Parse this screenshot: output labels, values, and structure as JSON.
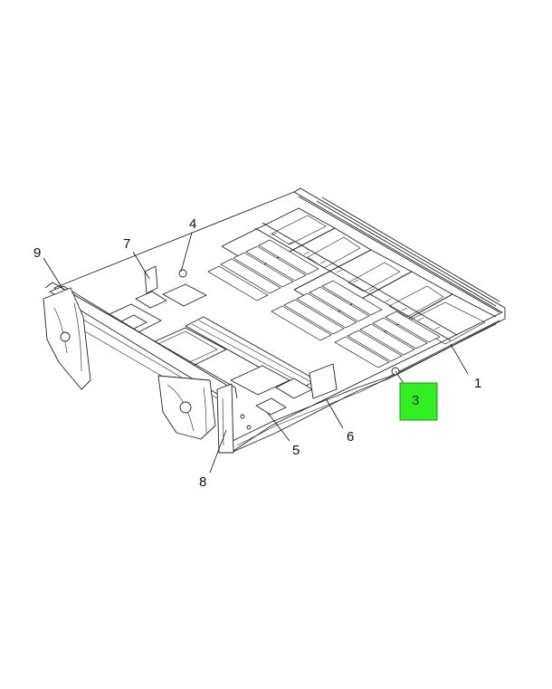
{
  "callouts": {
    "c1": "1",
    "c3": "3",
    "c4": "4",
    "c5": "5",
    "c6": "6",
    "c7": "7",
    "c8": "8",
    "c9": "9"
  },
  "highlight": {
    "callout": "3",
    "color": "#33ee22"
  }
}
